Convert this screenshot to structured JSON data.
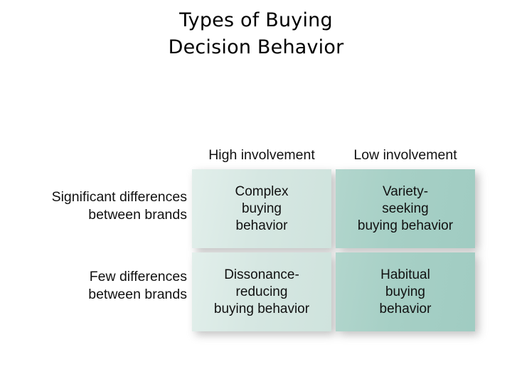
{
  "title": {
    "line1": "Types of Buying",
    "line2": "Decision Behavior"
  },
  "matrix": {
    "column_headers": [
      {
        "id": "high",
        "label": "High involvement"
      },
      {
        "id": "low",
        "label": "Low involvement"
      }
    ],
    "row_headers": [
      {
        "id": "significant",
        "line1": "Significant differences",
        "line2": "between brands"
      },
      {
        "id": "few",
        "line1": "Few differences",
        "line2": "between brands"
      }
    ],
    "cells": [
      {
        "id": "complex-buying-behavior",
        "line1": "Complex",
        "line2": "buying",
        "line3": "behavior",
        "color": "#d6e7e2"
      },
      {
        "id": "variety-seeking-buying-behavior",
        "line1": "Variety-",
        "line2": "seeking",
        "line3": "buying behavior",
        "color": "#a6cfc5"
      },
      {
        "id": "dissonance-reducing-buying-behavior",
        "line1": "Dissonance-",
        "line2": "reducing",
        "line3": "buying behavior",
        "color": "#d6e7e2"
      },
      {
        "id": "habitual-buying-behavior",
        "line1": "Habitual",
        "line2": "buying",
        "line3": "behavior",
        "color": "#a6cfc5"
      }
    ]
  },
  "colors": {
    "background": "#ffffff",
    "text": "#111111",
    "cell_light": "#d6e7e2",
    "cell_dark": "#a6cfc5"
  }
}
